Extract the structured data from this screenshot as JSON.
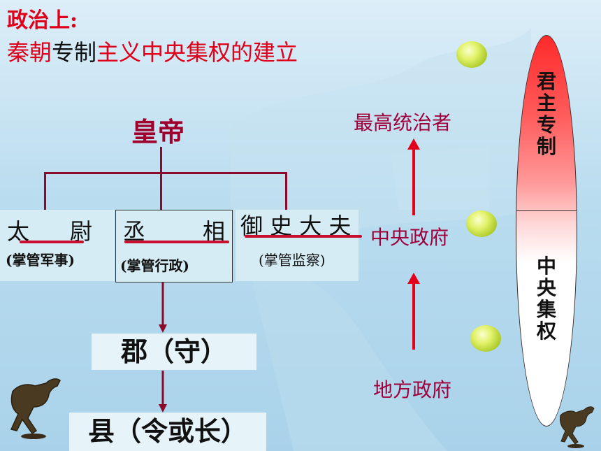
{
  "title": {
    "line1": "政治上:",
    "line2_parts": [
      {
        "text": "秦朝",
        "color": "red"
      },
      {
        "text": "专制",
        "color": "black"
      },
      {
        "text": "主义中央集权",
        "color": "red"
      },
      {
        "text": "的建立",
        "color": "red"
      }
    ]
  },
  "diagram": {
    "emperor": "皇帝",
    "officers": [
      {
        "name_a": "太",
        "name_b": "尉",
        "duty": "(掌管军事)"
      },
      {
        "name_a": "丞",
        "name_b": "相",
        "duty": "(掌管行政)"
      },
      {
        "name": "御 史 大 夫",
        "duty": "(掌管监察)"
      }
    ],
    "commandery": "郡（守）",
    "county": "县（令或长）"
  },
  "hierarchy": {
    "top": "最高统治者",
    "middle": "中央政府",
    "bottom": "地方政府"
  },
  "ellipse": {
    "upper": "君主专制",
    "lower": "中央集权"
  },
  "colors": {
    "title_red": "#e0001a",
    "emperor": "#a0002e",
    "connector": "#8b0a2a",
    "arrow": "#e3001b",
    "side_text": "#a0003c"
  }
}
